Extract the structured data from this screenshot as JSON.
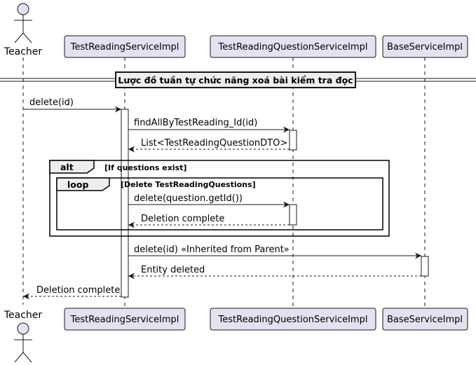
{
  "participants": {
    "teacher": "Teacher",
    "reading_service": "TestReadingServiceImpl",
    "question_service": "TestReadingQuestionServiceImpl",
    "base_service": "BaseServiceImpl"
  },
  "divider": "Lược đồ tuần tự chức năng xoá bài kiểm tra đọc",
  "messages": {
    "m1": "delete(id)",
    "m2": "findAllByTestReading_Id(id)",
    "m3": "List<TestReadingQuestionDTO>",
    "m4": "delete(question.getId())",
    "m5": "Deletion complete",
    "m6": "delete(id) «Inherited from Parent»",
    "m7": "Entity deleted",
    "m8": "Deletion complete"
  },
  "fragments": {
    "alt_keyword": "alt",
    "alt_guard": "[If questions exist]",
    "loop_keyword": "loop",
    "loop_guard": "[Delete TestReadingQuestions]"
  },
  "colors": {
    "participant_fill": "#E2E2F0",
    "participant_border": "#181818",
    "fragment_fill": "#EEEEEE",
    "lifeline": "#181818"
  }
}
